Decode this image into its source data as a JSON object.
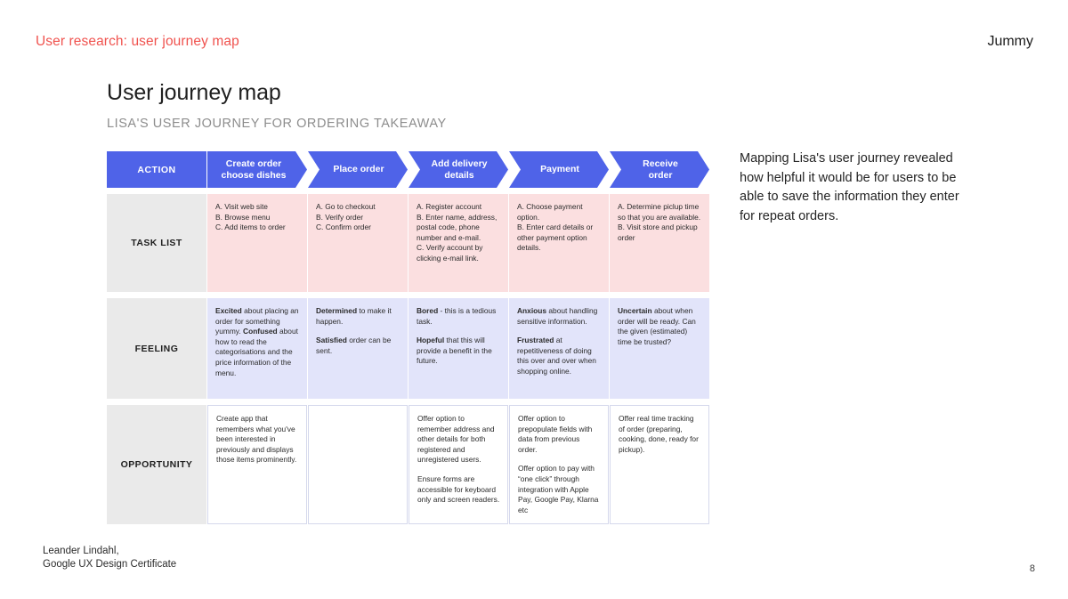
{
  "slide": {
    "header_left": "User research: user journey map",
    "header_right": "Jummy",
    "title": "User journey map",
    "subtitle": "LISA'S USER JOURNEY FOR ORDERING TAKEAWAY",
    "page_number": "8",
    "credit_line1": "Leander Lindahl,",
    "credit_line2": "Google UX Design Certificate"
  },
  "colors": {
    "accent_red": "#f0534f",
    "header_blue": "#4f63e8",
    "task_pink": "#fbdfe0",
    "feeling_lavender": "#e2e4fa",
    "label_gray": "#eaeaea",
    "opportunity_border": "#d5d8ec"
  },
  "journey_map": {
    "action_label": "ACTION",
    "stages": [
      "Create order\nchoose dishes",
      "Place order",
      "Add delivery\ndetails",
      "Payment",
      "Receive\norder"
    ],
    "stages_lines": [
      [
        "Create order",
        "choose dishes"
      ],
      [
        "Place order",
        ""
      ],
      [
        "Add delivery",
        "details"
      ],
      [
        "Payment",
        ""
      ],
      [
        "Receive",
        "order"
      ]
    ],
    "rows": [
      {
        "label": "TASK LIST",
        "cells": [
          {
            "paragraphs": [
              {
                "runs": [
                  {
                    "text": "A. Visit web site\nB. Browse menu\nC. Add items to order",
                    "bold": false
                  }
                ]
              }
            ]
          },
          {
            "paragraphs": [
              {
                "runs": [
                  {
                    "text": "A. Go to checkout\nB. Verify order\nC. Confirm order",
                    "bold": false
                  }
                ]
              }
            ]
          },
          {
            "paragraphs": [
              {
                "runs": [
                  {
                    "text": "A. Register account\nB. Enter name, address, postal code, phone number and e-mail.\nC. Verify account by clicking e-mail link.",
                    "bold": false
                  }
                ]
              }
            ]
          },
          {
            "paragraphs": [
              {
                "runs": [
                  {
                    "text": "A. Choose payment option.\nB. Enter card details or other payment option details.",
                    "bold": false
                  }
                ]
              }
            ]
          },
          {
            "paragraphs": [
              {
                "runs": [
                  {
                    "text": "A. Determine piclup time so that you are available.\nB. Visit store and pickup order",
                    "bold": false
                  }
                ]
              }
            ]
          }
        ]
      },
      {
        "label": "FEELING",
        "cells": [
          {
            "paragraphs": [
              {
                "runs": [
                  {
                    "text": "Excited",
                    "bold": true
                  },
                  {
                    "text": " about placing an order for something yummy. ",
                    "bold": false
                  },
                  {
                    "text": "Confused",
                    "bold": true
                  },
                  {
                    "text": " about how to read the categorisations and the price information of the menu.",
                    "bold": false
                  }
                ]
              }
            ]
          },
          {
            "paragraphs": [
              {
                "runs": [
                  {
                    "text": "Determined",
                    "bold": true
                  },
                  {
                    "text": " to make it happen.",
                    "bold": false
                  }
                ]
              },
              {
                "runs": [
                  {
                    "text": "Satisfied",
                    "bold": true
                  },
                  {
                    "text": " order can be sent.",
                    "bold": false
                  }
                ]
              }
            ]
          },
          {
            "paragraphs": [
              {
                "runs": [
                  {
                    "text": "Bored",
                    "bold": true
                  },
                  {
                    "text": " - this is a tedious task.",
                    "bold": false
                  }
                ]
              },
              {
                "runs": [
                  {
                    "text": "Hopeful",
                    "bold": true
                  },
                  {
                    "text": " that this will provide a benefit in the future.",
                    "bold": false
                  }
                ]
              }
            ]
          },
          {
            "paragraphs": [
              {
                "runs": [
                  {
                    "text": "Anxious",
                    "bold": true
                  },
                  {
                    "text": " about handling sensitive information.",
                    "bold": false
                  }
                ]
              },
              {
                "runs": [
                  {
                    "text": "Frustrated",
                    "bold": true
                  },
                  {
                    "text": " at repetitiveness of doing this over and over when shopping online.",
                    "bold": false
                  }
                ]
              }
            ]
          },
          {
            "paragraphs": [
              {
                "runs": [
                  {
                    "text": "Uncertain",
                    "bold": true
                  },
                  {
                    "text": " about when order will be ready. Can the given (estimated) time be trusted?",
                    "bold": false
                  }
                ]
              }
            ]
          }
        ]
      },
      {
        "label": "OPPORTUNITY",
        "cells": [
          {
            "paragraphs": [
              {
                "runs": [
                  {
                    "text": "Create app that remembers what you've been interested in previously and displays those items prominently.",
                    "bold": false
                  }
                ]
              }
            ]
          },
          {
            "paragraphs": [
              {
                "runs": [
                  {
                    "text": "",
                    "bold": false
                  }
                ]
              }
            ]
          },
          {
            "paragraphs": [
              {
                "runs": [
                  {
                    "text": "Offer option to remember address and other details for both registered and unregistered users.",
                    "bold": false
                  }
                ]
              },
              {
                "runs": [
                  {
                    "text": "Ensure forms are accessible for keyboard only and screen readers.",
                    "bold": false
                  }
                ]
              }
            ]
          },
          {
            "paragraphs": [
              {
                "runs": [
                  {
                    "text": "Offer option to prepopulate fields with data from previous order.",
                    "bold": false
                  }
                ]
              },
              {
                "runs": [
                  {
                    "text": "Offer option to pay with “one click” through integration with Apple Pay, Google Pay, Klarna etc",
                    "bold": false
                  }
                ]
              }
            ]
          },
          {
            "paragraphs": [
              {
                "runs": [
                  {
                    "text": "Offer real time tracking of order (preparing, cooking, done, ready for pickup).",
                    "bold": false
                  }
                ]
              }
            ]
          }
        ]
      }
    ]
  },
  "commentary": "Mapping Lisa's user journey revealed how helpful it would be for users to be able to save the information they enter for repeat orders."
}
